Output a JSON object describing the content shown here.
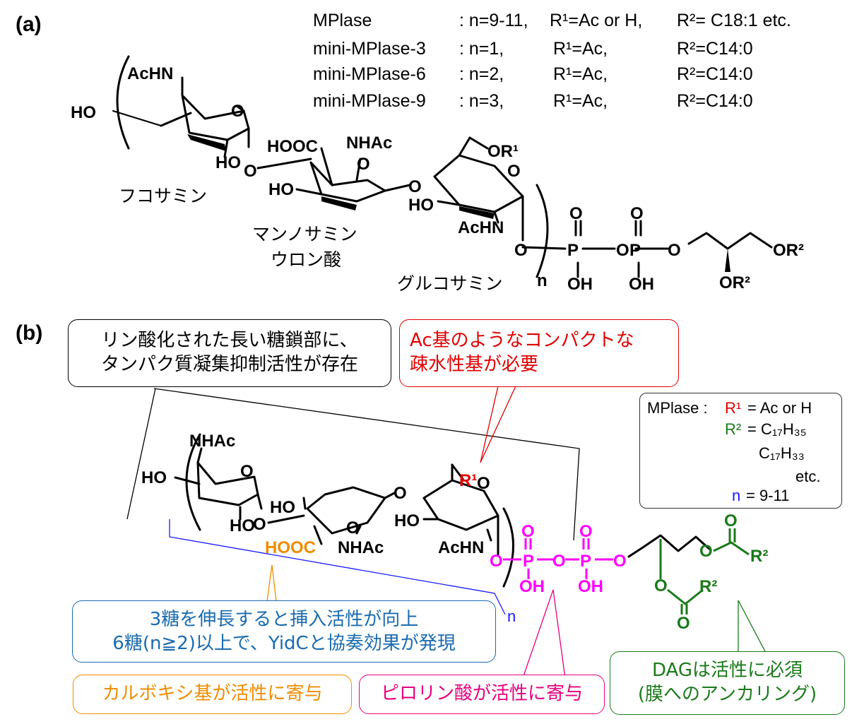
{
  "panel_a": {
    "label": "(a)",
    "table": [
      {
        "name": "MPlase",
        "n": ": n=9-11,",
        "r1": "R¹=Ac or H,",
        "r2": "R²= C18:1 etc."
      },
      {
        "name": "mini-MPlase-3",
        "n": ": n=1,",
        "r1": "R¹=Ac,",
        "r2": "R²=C14:0"
      },
      {
        "name": "mini-MPlase-6",
        "n": ": n=2,",
        "r1": "R¹=Ac,",
        "r2": "R²=C14:0"
      },
      {
        "name": "mini-MPlase-9",
        "n": ": n=3,",
        "r1": "R¹=Ac,",
        "r2": "R²=C14:0"
      }
    ],
    "sugar_names": {
      "fucosamine": "フコサミン",
      "mannosaminuronic_line1": "マンノサミン",
      "mannosaminuronic_line2": "ウロン酸",
      "glucosamine": "グルコサミン"
    },
    "atoms": {
      "achn": "AcHN",
      "ho": "HO",
      "o": "O",
      "hooc": "HOOC",
      "nhac": "NHAc",
      "or1": "OR¹",
      "p": "P",
      "oh": "OH",
      "or2": "OR²",
      "n": "n"
    }
  },
  "panel_b": {
    "label": "(b)",
    "callouts": {
      "black": {
        "line1": "リン酸化された長い糖鎖部に、",
        "line2": "タンパク質凝集抑制活性が存在",
        "color": "#000000"
      },
      "red": {
        "line1": "Ac基のようなコンパクトな",
        "line2": "疎水性基が必要",
        "color": "#e00000"
      },
      "blue": {
        "line1": "3糖を伸長すると挿入活性が向上",
        "line2": "6糖(n≧2)以上で、YidCと協奏効果が発現",
        "color": "#1a6bb0"
      },
      "orange": {
        "line1": "カルボキシ基が活性に寄与",
        "color": "#f08c00"
      },
      "magenta": {
        "line1": "ピロリン酸が活性に寄与",
        "color": "#e6007e"
      },
      "green": {
        "line1": "DAGは活性に必須",
        "line2": "(膜へのアンカリング)",
        "color": "#1a7a1a"
      }
    },
    "legend": {
      "prefix": "MPlase :",
      "r1_sym": "R¹",
      "r1_val": "= Ac or H",
      "r2_sym": "R²",
      "r2_val1": "= C₁₇H₃₅",
      "r2_val2": "C₁₇H₃₃",
      "r2_val3": "etc.",
      "n_sym": "n",
      "n_val": "= 9-11",
      "colors": {
        "r1": "#e00000",
        "r2": "#1a7a1a",
        "n": "#1a1aff"
      }
    },
    "atoms": {
      "nhac": "NHAc",
      "ho": "HO",
      "o": "O",
      "r1": "R¹",
      "hooc": "HOOC",
      "achn": "AcHN",
      "p": "P",
      "oh": "OH",
      "r2": "R²",
      "n": "n"
    },
    "colors": {
      "phosphate": "#ff00ff",
      "dag": "#1a7a1a",
      "hooc": "#f08c00",
      "r1": "#e00000",
      "n": "#1a1aff"
    }
  }
}
